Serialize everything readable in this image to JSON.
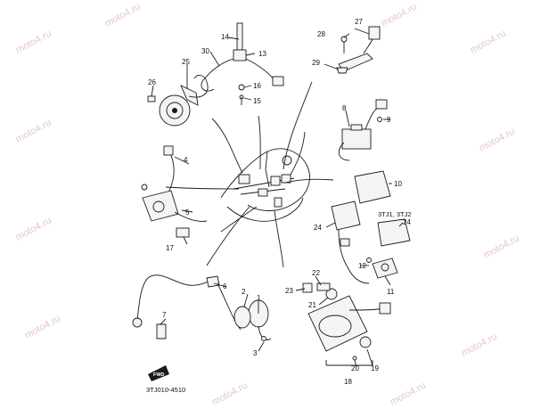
{
  "watermark": "moto4.ru",
  "diagram_code": "3TJ010-4510",
  "fwd_label": "FWD",
  "callouts": {
    "n1": "1",
    "n2": "2",
    "n3": "3",
    "n4": "4",
    "n5": "5",
    "n6": "6",
    "n7": "7",
    "n8": "8",
    "n9": "9",
    "n10": "10",
    "n11": "11",
    "n12": "12",
    "n13": "13",
    "n14": "14",
    "n15": "15",
    "n16": "16",
    "n17": "17",
    "n18": "18",
    "n19": "19",
    "n20": "20",
    "n21": "21",
    "n22": "22",
    "n23": "23",
    "n24a": "24",
    "n24b": "24",
    "n25": "25",
    "n26": "26",
    "n27": "27",
    "n28": "28",
    "n29": "29",
    "n30": "30"
  },
  "model_note": "3TJ1, 3TJ2"
}
